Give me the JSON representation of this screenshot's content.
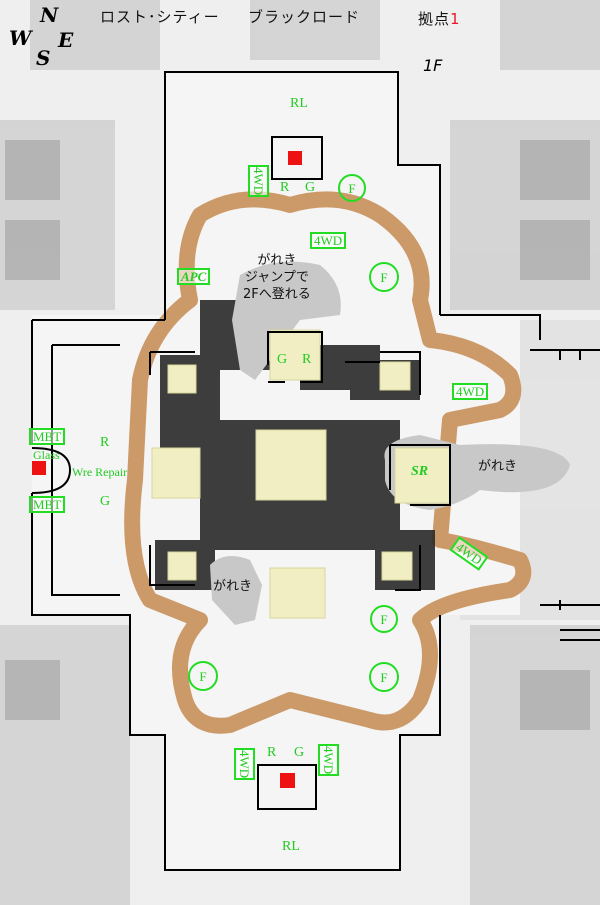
{
  "compass": {
    "n": "N",
    "w": "W",
    "e": "E",
    "s": "S"
  },
  "header": {
    "title": "ロスト･シティー",
    "subtitle": "ブラックロード",
    "base_label": "拠点",
    "base_number": "1",
    "floor": "1F"
  },
  "labels": {
    "rl_north": "RL",
    "rl_south": "RL",
    "4wd": "4WD",
    "apc": "APC",
    "mbt": "MBT",
    "sr": "SR",
    "r": "R",
    "g": "G",
    "f": "F",
    "glass": "Glass",
    "wire_repair": "Wre Repair",
    "jump_note_1": "がれき",
    "jump_note_2": "ジャンプで",
    "jump_note_3": "2Fへ登れる",
    "rubble": "がれき"
  },
  "colors": {
    "marker": "#ee1111",
    "label_green": "#22cc22",
    "ring_brown": "#c8905a",
    "pillar": "#f0eec2"
  }
}
